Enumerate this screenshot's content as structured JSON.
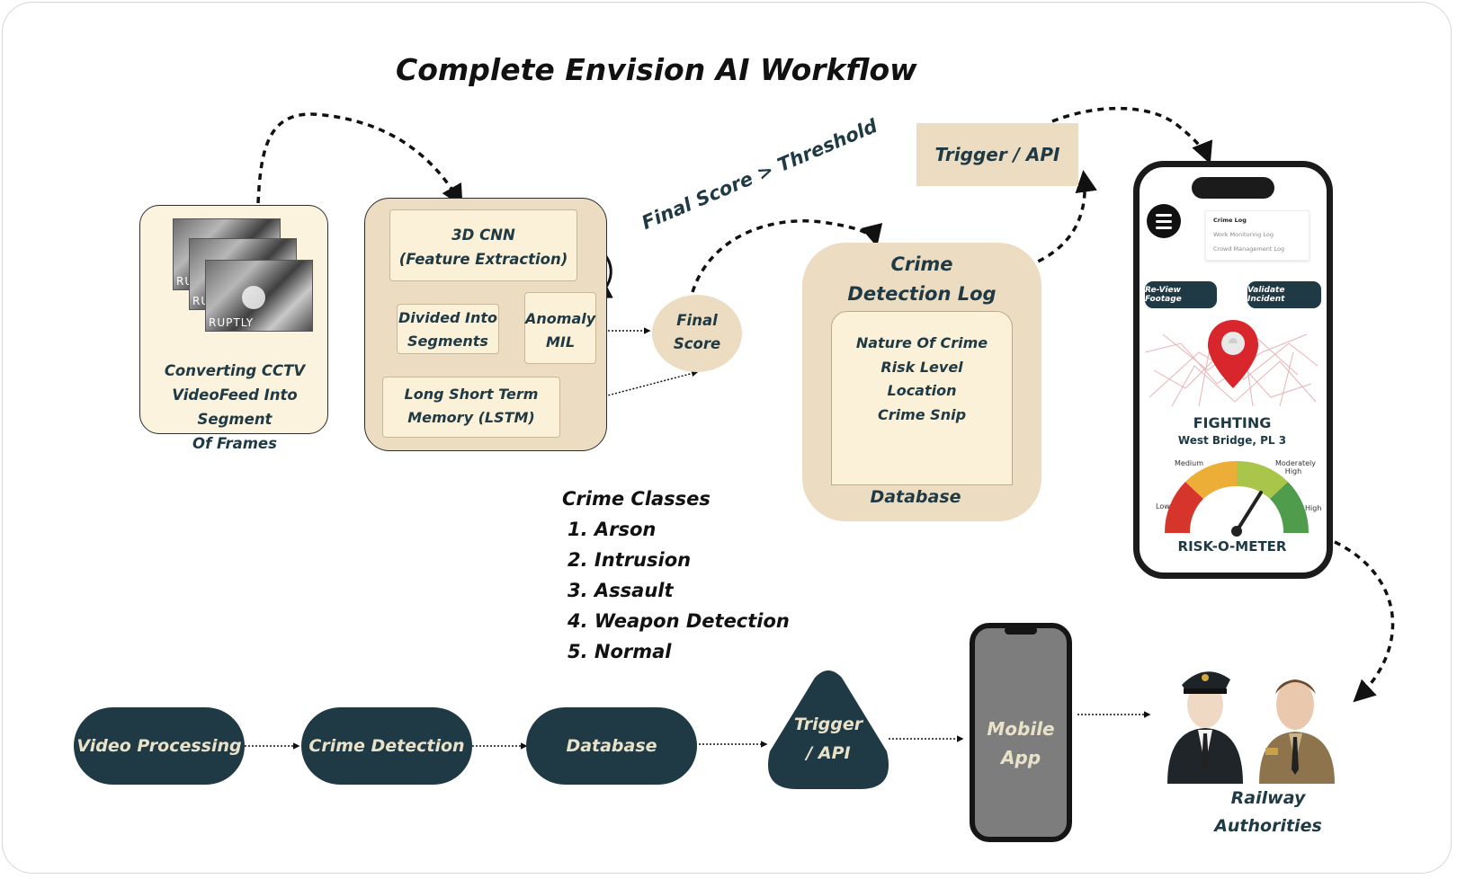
{
  "title": "Complete Envision AI Workflow",
  "colors": {
    "navy": "#1f3a44",
    "tan": "#ecdcc1",
    "cream": "#fbf3dd",
    "pin_red": "#d8262c",
    "gauge": [
      "#d6352b",
      "#ecae36",
      "#a9c64a",
      "#4f9c4c"
    ]
  },
  "frames": {
    "label_lines": [
      "Converting CCTV",
      "VideoFeed Into Segment",
      "Of Frames"
    ],
    "watermark": "RUPTLY"
  },
  "model": {
    "cnn": [
      "3D CNN",
      "(Feature Extraction)"
    ],
    "segments": [
      "Divided Into",
      "Segments"
    ],
    "anomaly": [
      "Anomaly",
      "MIL"
    ],
    "lstm": [
      "Long Short Term",
      "Memory (LSTM)"
    ]
  },
  "final_score": [
    "Final",
    "Score"
  ],
  "threshold_label": "Final Score > Threshold",
  "log": {
    "title": [
      "Crime",
      "Detection Log"
    ],
    "items": [
      "Nature Of Crime",
      "Risk Level",
      "Location",
      "Crime Snip"
    ],
    "footer": "Database"
  },
  "trigger_top": "Trigger / API",
  "crime_classes": {
    "heading": "Crime Classes",
    "items": [
      "1. Arson",
      "2. Intrusion",
      "3. Assault",
      "4. Weapon Detection",
      "5. Normal"
    ]
  },
  "phone": {
    "menu": [
      "Crime Log",
      "Work Monitoring Log",
      "Crowd Management Log"
    ],
    "buttons": [
      "Re-View Footage",
      "Validate  Incident"
    ],
    "incident": "FIGHTING",
    "location": "West Bridge, PL 3",
    "gauge_labels": [
      "Low",
      "Medium",
      "Moderately",
      "High",
      "High"
    ],
    "meter_title": "RISK-O-METER"
  },
  "pipeline": {
    "steps": [
      "Video Processing",
      "Crime Detection",
      "Database"
    ],
    "trigger": [
      "Trigger",
      "/ API"
    ],
    "mobile": [
      "Mobile",
      "App"
    ]
  },
  "authorities": [
    "Railway",
    "Authorities"
  ]
}
